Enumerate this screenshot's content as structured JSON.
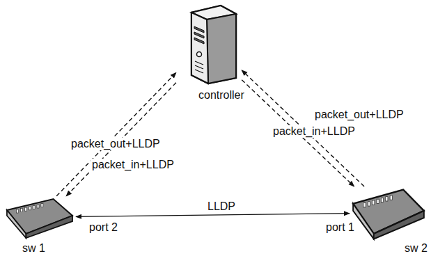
{
  "diagram": {
    "nodes": [
      {
        "text": [
          "controller"
        ]
      },
      {
        "text": [
          "sw 1"
        ]
      },
      {
        "text": [
          "sw 2"
        ]
      }
    ],
    "edges": [
      {
        "from": 0,
        "to": 1,
        "arrow": "to",
        "label": "packet_out+LLDP"
      },
      {
        "from": 1,
        "to": 0,
        "arrow": "to",
        "label": "packet_in+LLDP"
      },
      {
        "from": 0,
        "to": 2,
        "arrow": "to",
        "label": "packet_out+LLDP"
      },
      {
        "from": 2,
        "to": 0,
        "arrow": "to",
        "label": "packet_in+LLDP"
      },
      {
        "from": 1,
        "to": 2,
        "arrow": "both",
        "label": "LLDP"
      }
    ],
    "labels": [
      "port 2",
      "port 1"
    ]
  }
}
